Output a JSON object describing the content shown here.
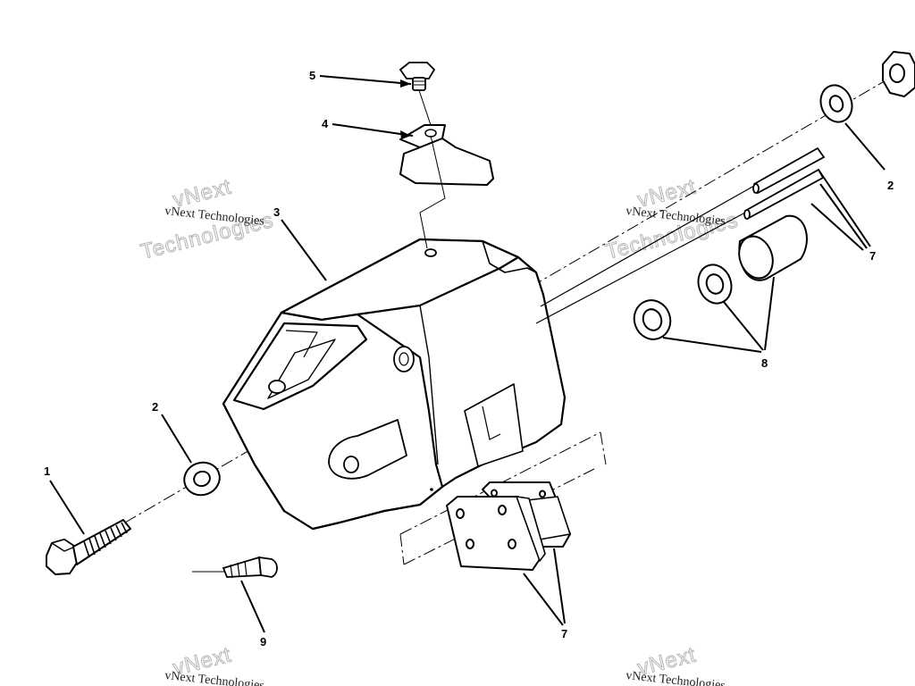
{
  "callouts": {
    "c1": "1",
    "c2_left": "2",
    "c2_right": "2",
    "c3": "3",
    "c4": "4",
    "c5": "5",
    "c7_top": "7",
    "c7_bottom": "7",
    "c8": "8",
    "c9": "9"
  },
  "watermark": {
    "small": "vNext Technologies",
    "big_line1": "vNext",
    "big_line2": "Technologies"
  }
}
